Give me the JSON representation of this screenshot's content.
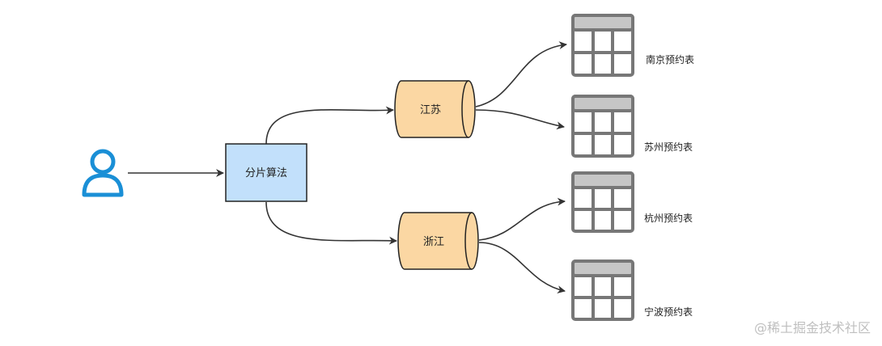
{
  "nodes": {
    "algorithm": {
      "label": "分片算法"
    },
    "db_jiangsu": {
      "label": "江苏"
    },
    "db_zhejiang": {
      "label": "浙江"
    }
  },
  "tables": [
    {
      "label": "南京预约表"
    },
    {
      "label": "苏州预约表"
    },
    {
      "label": "杭州预约表"
    },
    {
      "label": "宁波预约表"
    }
  ],
  "watermark": "@稀土掘金技术社区",
  "colors": {
    "user_icon": "#1a8fd6",
    "algorithm_fill": "#c2e0fb",
    "cylinder_fill": "#fbd7a3",
    "table_stroke": "#777777",
    "table_header": "#c6c6c6",
    "edge": "#333333"
  },
  "icons": {
    "user": "user-icon",
    "table": "table-icon"
  }
}
